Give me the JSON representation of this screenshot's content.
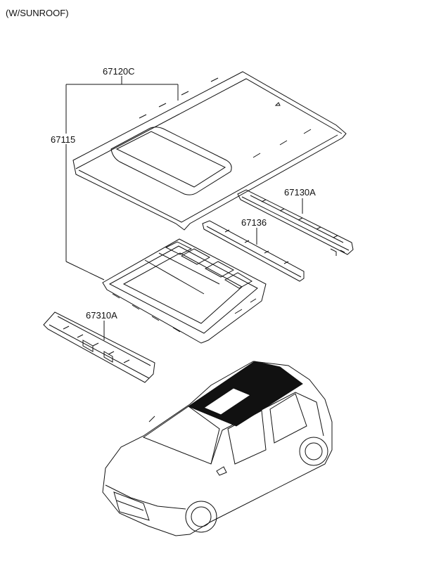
{
  "header": {
    "variant": "(W/SUNROOF)"
  },
  "parts": {
    "roof_panel": "67120C",
    "frame_assembly": "67115",
    "rear_rail": "67130A",
    "roof_bow": "67136",
    "front_rail": "67310A"
  },
  "colors": {
    "line": "#111111",
    "background": "#ffffff",
    "highlight": "#111111"
  }
}
